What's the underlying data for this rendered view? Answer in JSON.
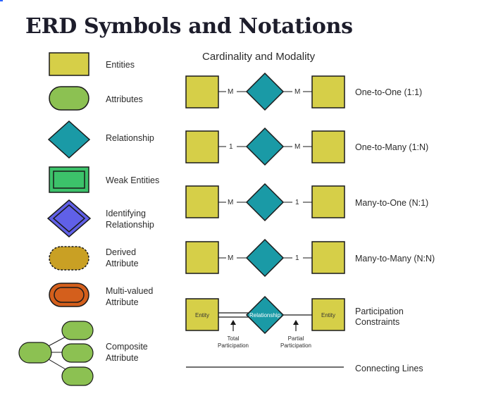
{
  "title": "ERD Symbols and Notations",
  "legend": [
    {
      "label": "Entities",
      "icon": "entity-rectangle-icon"
    },
    {
      "label": "Attributes",
      "icon": "attribute-oval-icon"
    },
    {
      "label": "Relationship",
      "icon": "relationship-diamond-icon"
    },
    {
      "label": "Weak Entities",
      "icon": "weak-entity-icon"
    },
    {
      "label_line1": "Identifying",
      "label_line2": "Relationship",
      "icon": "identifying-relationship-icon"
    },
    {
      "label_line1": "Derived",
      "label_line2": "Attribute",
      "icon": "derived-attribute-icon"
    },
    {
      "label_line1": "Multi-valued",
      "label_line2": "Attribute",
      "icon": "multivalued-attribute-icon"
    },
    {
      "label_line1": "Composite",
      "label_line2": "Attribute",
      "icon": "composite-attribute-icon"
    }
  ],
  "cardinality": {
    "title": "Cardinality and Modality",
    "rows": [
      {
        "left": "M",
        "right": "M",
        "label": "One-to-One (1:1)"
      },
      {
        "left": "1",
        "right": "M",
        "label": "One-to-Many (1:N)"
      },
      {
        "left": "M",
        "right": "1",
        "label": "Many-to-One (N:1)"
      },
      {
        "left": "M",
        "right": "1",
        "label": "Many-to-Many (N:N)"
      }
    ],
    "participation": {
      "entity_left": "Entity",
      "relationship": "Relationship",
      "entity_right": "Entity",
      "total_line1": "Total",
      "total_line2": "Participation",
      "partial_line1": "Partial",
      "partial_line2": "Participation",
      "label_line1": "Participation",
      "label_line2": "Constraints"
    },
    "connecting_lines_label": "Connecting Lines"
  },
  "colors": {
    "entity": "#d6cf48",
    "attribute": "#8cc152",
    "relationship": "#1a9aa6",
    "weak_entity": "#3cc26a",
    "identifying": "#6060e8",
    "derived": "#c9a024",
    "multivalued": "#d45f1c",
    "stroke": "#1a1a1a"
  }
}
